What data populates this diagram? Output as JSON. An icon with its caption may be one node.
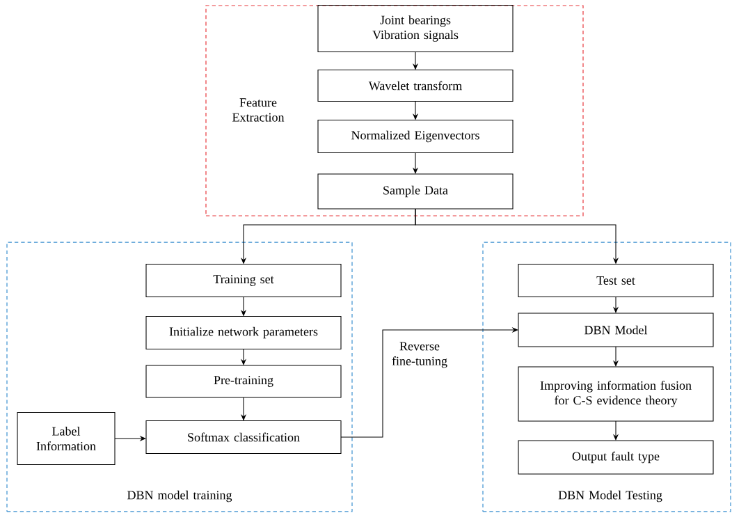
{
  "diagram": {
    "nodes": [
      {
        "text": [
          "Feature Extraction"
        ]
      },
      {
        "text": [
          "Joint bearings Vibration signals"
        ],
        "in": 0
      },
      {
        "text": [
          "Wavelet transform"
        ],
        "in": 0
      },
      {
        "text": [
          "Normalized Eigenvectors"
        ],
        "in": 0
      },
      {
        "text": [
          "Sample Data"
        ],
        "in": 0
      },
      {
        "text": [
          "DBN model training"
        ]
      },
      {
        "text": [
          "Training set"
        ],
        "in": 5
      },
      {
        "text": [
          "Initialize network parameters"
        ],
        "in": 5
      },
      {
        "text": [
          "Pre-training"
        ],
        "in": 5
      },
      {
        "text": [
          "Label Information"
        ],
        "in": 5
      },
      {
        "text": [
          "Softmax classification"
        ],
        "in": 5
      },
      {
        "text": [
          "DBN Model Testing"
        ]
      },
      {
        "text": [
          "Test set"
        ],
        "in": 11
      },
      {
        "text": [
          "DBN Model"
        ],
        "in": 11
      },
      {
        "text": [
          "Improving information fusion for C-S evidence theory"
        ],
        "in": 11
      },
      {
        "text": [
          "Output fault type"
        ],
        "in": 11
      }
    ],
    "edges": [
      {
        "from": 1,
        "to": 2,
        "arrow": "to"
      },
      {
        "from": 2,
        "to": 3,
        "arrow": "to"
      },
      {
        "from": 3,
        "to": 4,
        "arrow": "to"
      },
      {
        "from": 4,
        "to": 6,
        "arrow": "to"
      },
      {
        "from": 4,
        "to": 12,
        "arrow": "to"
      },
      {
        "from": 6,
        "to": 7,
        "arrow": "to"
      },
      {
        "from": 7,
        "to": 8,
        "arrow": "to"
      },
      {
        "from": 8,
        "to": 10,
        "arrow": "to"
      },
      {
        "from": 9,
        "to": 10,
        "arrow": "to"
      },
      {
        "from": 10,
        "to": 13,
        "arrow": "to",
        "label": "Reverse fine-tuning"
      },
      {
        "from": 12,
        "to": 13,
        "arrow": "to"
      },
      {
        "from": 13,
        "to": 14,
        "arrow": "to"
      },
      {
        "from": 14,
        "to": 15,
        "arrow": "to"
      }
    ]
  }
}
